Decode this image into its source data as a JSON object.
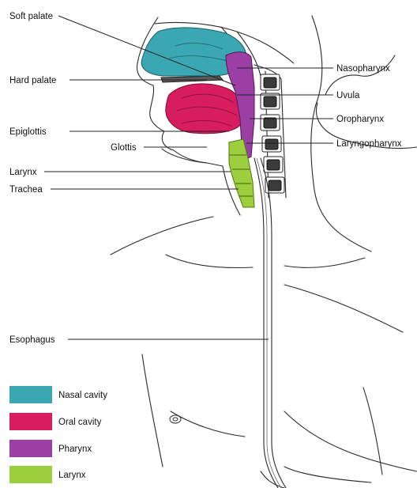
{
  "colors": {
    "nasal_cavity": "#3aa7b3",
    "oral_cavity": "#d81d5f",
    "pharynx": "#9b3fa4",
    "larynx": "#9ccf3d"
  },
  "labels": {
    "soft_palate": "Soft palate",
    "hard_palate": "Hard palate",
    "epiglottis": "Epiglottis",
    "glottis": "Glottis",
    "larynx": "Larynx",
    "trachea": "Trachea",
    "esophagus": "Esophagus",
    "nasopharynx": "Nasopharynx",
    "uvula": "Uvula",
    "oropharynx": "Oropharynx",
    "laryngopharynx": "Laryngopharynx"
  },
  "legend": [
    {
      "label": "Nasal cavity",
      "color": "#3aa7b3"
    },
    {
      "label": "Oral cavity",
      "color": "#d81d5f"
    },
    {
      "label": "Pharynx",
      "color": "#9b3fa4"
    },
    {
      "label": "Larynx",
      "color": "#9ccf3d"
    }
  ]
}
